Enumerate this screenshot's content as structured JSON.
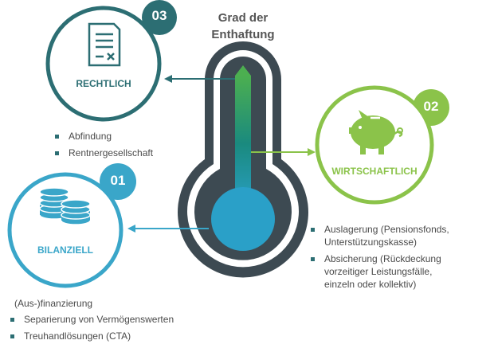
{
  "title_line1": "Grad der",
  "title_line2": "Enthaftung",
  "colors": {
    "teal_dark": "#2c6e73",
    "teal_mid": "#1f8f86",
    "green": "#8bc34a",
    "blue": "#3aa6c9",
    "thermo_dark": "#3d4a52"
  },
  "rechtlich": {
    "number": "03",
    "label": "RECHTLICH",
    "icon": "document-icon",
    "items": [
      "Abfindung",
      "Rentnergesellschaft"
    ]
  },
  "wirtschaftlich": {
    "number": "02",
    "label": "WIRTSCHAFTLICH",
    "icon": "piggy-bank-icon",
    "items": [
      "Auslagerung (Pensionsfonds,\nUnterstützungskasse)",
      "Absicherung (Rückdeckung\nvorzeitiger Leistungsfälle,\neinzeln oder kollektiv)"
    ]
  },
  "bilanziell": {
    "number": "01",
    "label": "BILANZIELL",
    "icon": "coins-icon",
    "intro": "(Aus-)finanzierung",
    "items": [
      "Separierung von Vermögenswerten",
      "Treuhandlösungen (CTA)"
    ]
  }
}
